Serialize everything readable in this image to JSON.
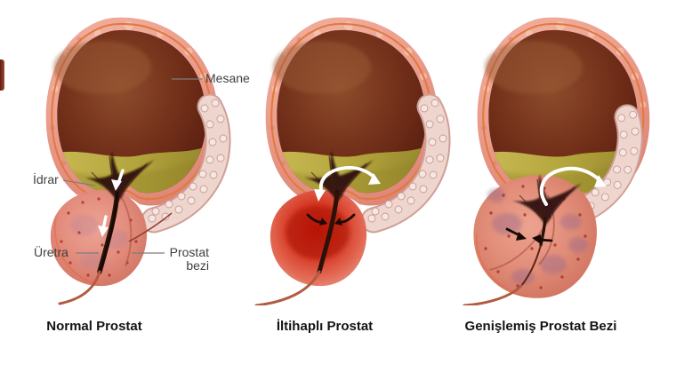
{
  "labels": {
    "mesane": "Mesane",
    "idrar": "İdrar",
    "uretra": "Üretra",
    "prostat_line1": "Prostat",
    "prostat_line2": "bezi"
  },
  "captions": [
    "Normal Prostat",
    "İltihaplı Prostat",
    "Genişlemiş Prostat Bezi"
  ],
  "palette": {
    "background": "#ffffff",
    "bladder_wall": "#eca08f",
    "bladder_inner_rim": "#e2793d",
    "bladder_interior": "#73301a",
    "urine": "#b3a43c",
    "prostate_normal": "#e28b7c",
    "prostate_inflamed": "#d21a0c",
    "prostate_enlarged": "#e08b77",
    "seminal_vesicle": "#eed6cf",
    "urethra": "#2b1208",
    "flow_arrow": "#ffffff",
    "compression_arrow": "#1c0b05",
    "label_text": "#3f3f3f",
    "leader_line": "#7d7d7d",
    "caption_text": "#141414"
  }
}
